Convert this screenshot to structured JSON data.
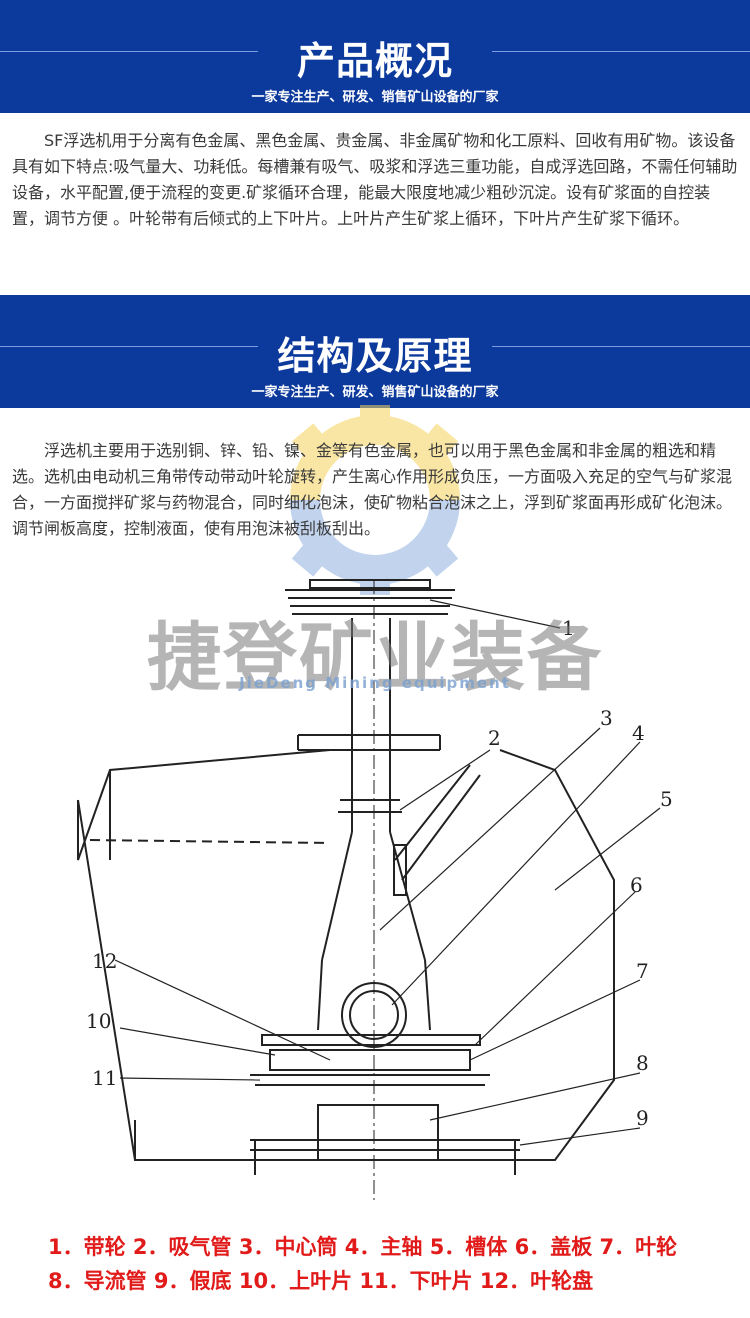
{
  "section1": {
    "title": "产品概况",
    "subtitle": "一家专注生产、研发、销售矿山设备的厂家",
    "paragraph": "SF浮选机用于分离有色金属、黑色金属、贵金属、非金属矿物和化工原料、回收有用矿物。该设备具有如下特点:吸气量大、功耗低。每槽兼有吸气、吸浆和浮选三重功能，自成浮选回路，不需任何辅助设备，水平配置,便于流程的变更.矿浆循环合理，能最大限度地减少粗砂沉淀。设有矿浆面的自控装置，调节方便 。叶轮带有后倾式的上下叶片。上叶片产生矿浆上循环，下叶片产生矿浆下循环。"
  },
  "section2": {
    "title": "结构及原理",
    "subtitle": "一家专注生产、研发、销售矿山设备的厂家",
    "paragraph": "浮选机主要用于选别铜、锌、铅、镍、金等有色金属，也可以用于黑色金属和非金属的粗选和精选。选机由电动机三角带传动带动叶轮旋转，产生离心作用形成负压，一方面吸入充足的空气与矿浆混合，一方面搅拌矿浆与药物混合，同时细化泡沫，使矿物粘合泡沫之上，浮到矿浆面再形成矿化泡沫。调节闸板高度，控制液面，使有用泡沫被刮板刮出。"
  },
  "watermark": {
    "brand_cn": "捷登矿业装备",
    "brand_en": "JieDeng Mining equipment"
  },
  "diagram": {
    "labels": [
      "1",
      "2",
      "3",
      "4",
      "5",
      "6",
      "7",
      "8",
      "9",
      "10",
      "11",
      "12"
    ]
  },
  "legend": {
    "line1": "1．带轮 2．吸气管 3．中心筒 4．主轴 5．槽体 6．盖板 7．叶轮",
    "line2": "8．导流管 9．假底 10．上叶片 11．下叶片 12．叶轮盘"
  },
  "colors": {
    "banner": "#0c3a9c",
    "legend": "#e11a1a"
  }
}
